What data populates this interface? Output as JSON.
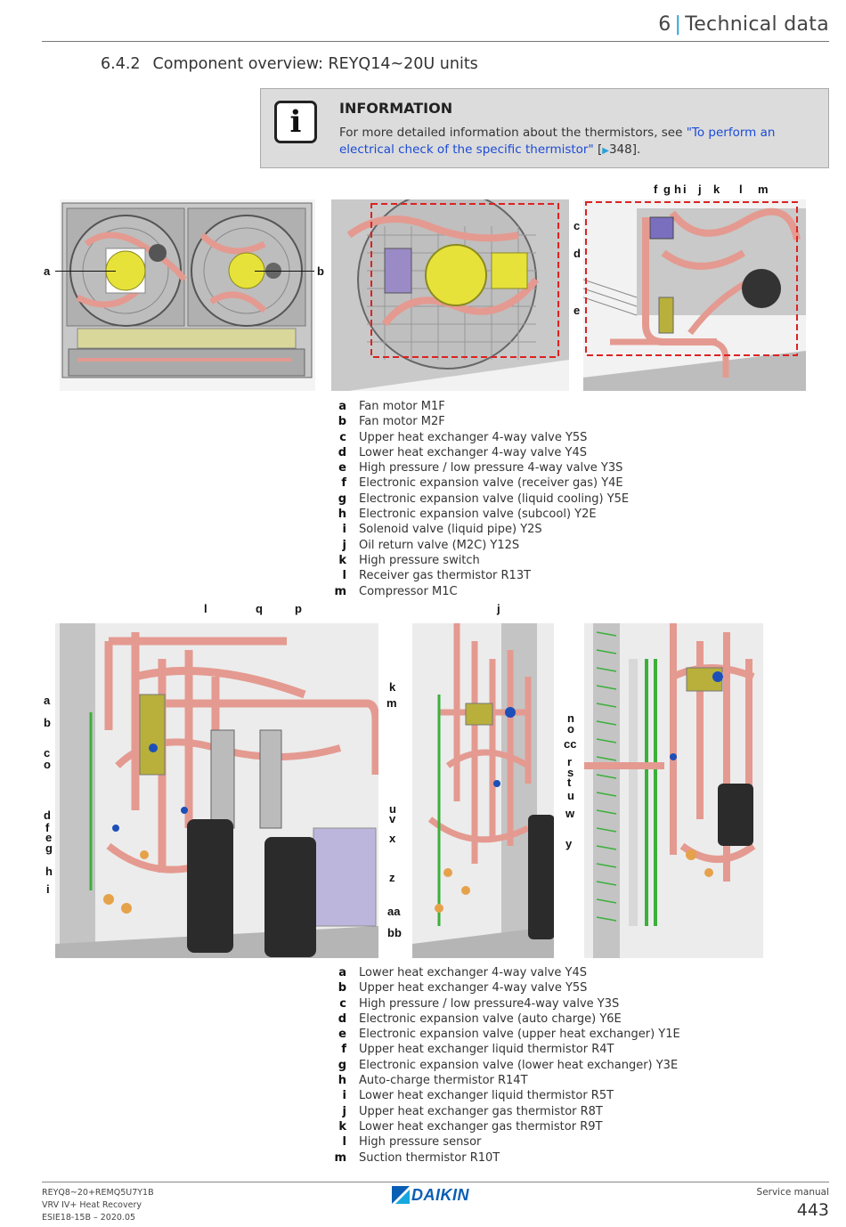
{
  "header": {
    "section_number": "6",
    "section_title": "Technical data"
  },
  "heading": {
    "number": "6.4.2",
    "text": "Component overview: REYQ14~20U units"
  },
  "info_box": {
    "icon": "info-icon",
    "title": "INFORMATION",
    "text_before": "For more detailed information about the thermistors, see ",
    "link_text": "\"To perform an electrical check of the specific thermistor\"",
    "ref_open": " [",
    "ref_page": "348",
    "ref_close": "]."
  },
  "figure_1": {
    "labels_left": [
      "a",
      "b"
    ],
    "labels_right": [
      "f",
      "g",
      "h",
      "i",
      "j",
      "k",
      "l",
      "m",
      "c",
      "d",
      "e"
    ]
  },
  "legend_1": [
    {
      "key": "a",
      "text": "Fan motor M1F"
    },
    {
      "key": "b",
      "text": "Fan motor M2F"
    },
    {
      "key": "c",
      "text": "Upper heat exchanger 4-way valve Y5S"
    },
    {
      "key": "d",
      "text": "Lower heat exchanger 4-way valve Y4S"
    },
    {
      "key": "e",
      "text": "High pressure / low pressure 4-way valve Y3S"
    },
    {
      "key": "f",
      "text": "Electronic expansion valve (receiver gas) Y4E"
    },
    {
      "key": "g",
      "text": "Electronic expansion valve (liquid cooling) Y5E"
    },
    {
      "key": "h",
      "text": "Electronic expansion valve (subcool) Y2E"
    },
    {
      "key": "i",
      "text": "Solenoid valve (liquid pipe) Y2S"
    },
    {
      "key": "j",
      "text": "Oil return valve (M2C) Y12S"
    },
    {
      "key": "k",
      "text": "High pressure switch"
    },
    {
      "key": "l",
      "text": "Receiver gas thermistor R13T"
    },
    {
      "key": "m",
      "text": "Compressor M1C"
    }
  ],
  "figure_2": {
    "labels_left": [
      "a",
      "b",
      "c",
      "o",
      "d",
      "f",
      "e",
      "g",
      "h",
      "i"
    ],
    "labels_top": [
      "l",
      "q",
      "p",
      "j"
    ],
    "labels_mid": [
      "u",
      "v",
      "x",
      "z",
      "aa",
      "bb"
    ],
    "labels_center": [
      "k",
      "m",
      "n",
      "o",
      "cc",
      "r",
      "s",
      "t",
      "u",
      "w",
      "y"
    ]
  },
  "legend_2": [
    {
      "key": "a",
      "text": "Lower heat exchanger 4-way valve Y4S"
    },
    {
      "key": "b",
      "text": "Upper heat exchanger 4-way valve Y5S"
    },
    {
      "key": "c",
      "text": "High pressure / low pressure4-way valve Y3S"
    },
    {
      "key": "d",
      "text": "Electronic expansion valve (auto charge) Y6E"
    },
    {
      "key": "e",
      "text": "Electronic expansion valve (upper heat exchanger) Y1E"
    },
    {
      "key": "f",
      "text": "Upper heat exchanger liquid thermistor R4T"
    },
    {
      "key": "g",
      "text": "Electronic expansion valve (lower heat exchanger) Y3E"
    },
    {
      "key": "h",
      "text": "Auto-charge thermistor R14T"
    },
    {
      "key": "i",
      "text": "Lower heat exchanger liquid thermistor R5T"
    },
    {
      "key": "j",
      "text": "Upper heat exchanger gas thermistor R8T"
    },
    {
      "key": "k",
      "text": "Lower heat exchanger gas thermistor R9T"
    },
    {
      "key": "l",
      "text": "High pressure sensor"
    },
    {
      "key": "m",
      "text": "Suction thermistor R10T"
    }
  ],
  "footer": {
    "model": "REYQ8~20+REMQ5U7Y1B",
    "series": "VRV IV+ Heat Recovery",
    "doc": "ESIE18-15B – 2020.05",
    "brand": "DAIKIN",
    "manual": "Service manual",
    "page": "443"
  },
  "colors": {
    "accent": "#2aa0d8",
    "link": "#1b4bd6",
    "pipe": "#e8a39a",
    "brand": "#0a5fb4",
    "dashed_box": "#dd2222"
  }
}
